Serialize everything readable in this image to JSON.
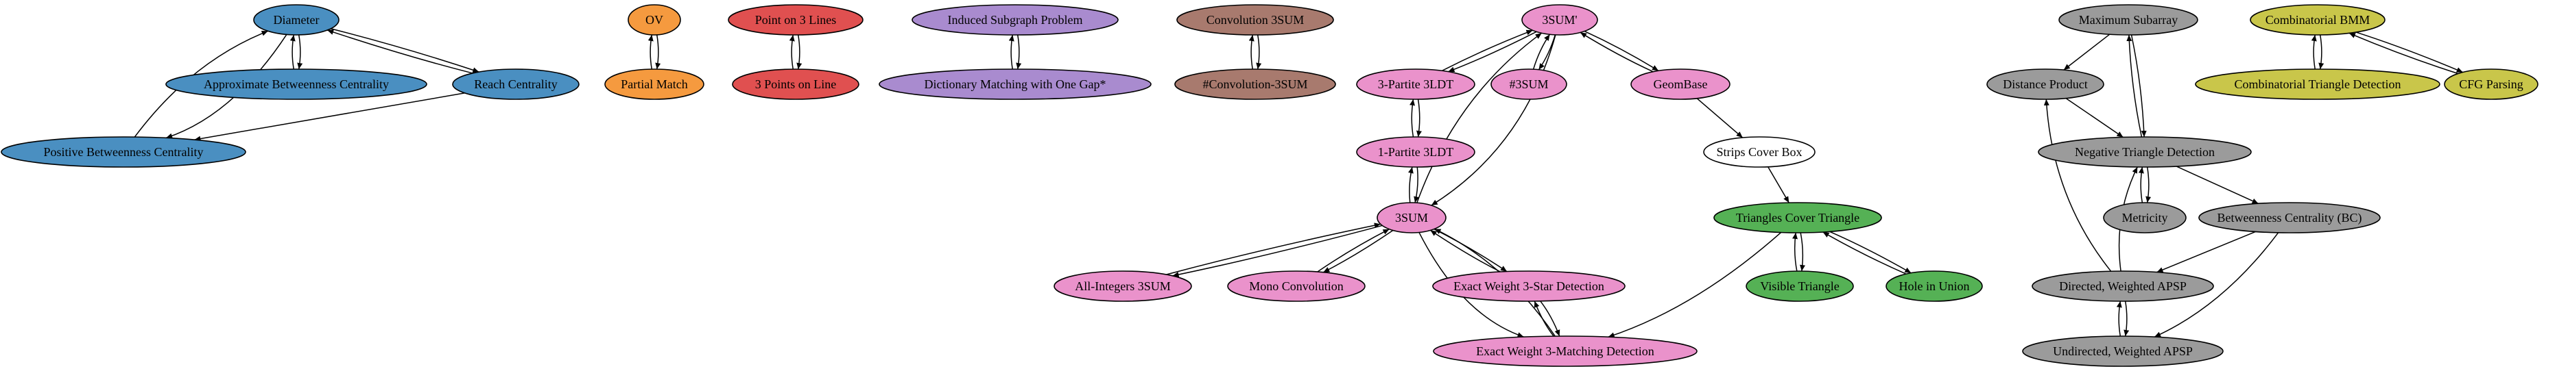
{
  "palette": {
    "blue": "#4a8fc1",
    "orange": "#f59a3f",
    "red": "#e05050",
    "purple": "#a98bcf",
    "brown": "#a87a6e",
    "pink": "#ea92cb",
    "green": "#55b155",
    "gray": "#9b9b9b",
    "olive": "#c9c64a",
    "white": "#ffffff",
    "edge": "#000000"
  },
  "nodes": [
    {
      "id": "diameter",
      "label": "Diameter",
      "color": "blue"
    },
    {
      "id": "abc",
      "label": "Approximate Betweenness Centrality",
      "color": "blue"
    },
    {
      "id": "reach",
      "label": "Reach Centrality",
      "color": "blue"
    },
    {
      "id": "pbc",
      "label": "Positive Betweenness Centrality",
      "color": "blue"
    },
    {
      "id": "ov",
      "label": "OV",
      "color": "orange"
    },
    {
      "id": "partial",
      "label": "Partial Match",
      "color": "orange"
    },
    {
      "id": "p3l",
      "label": "Point on 3 Lines",
      "color": "red"
    },
    {
      "id": "p3pl",
      "label": "3 Points on Line",
      "color": "red"
    },
    {
      "id": "isp",
      "label": "Induced Subgraph Problem",
      "color": "purple"
    },
    {
      "id": "dmg",
      "label": "Dictionary Matching with One Gap*",
      "color": "purple"
    },
    {
      "id": "conv",
      "label": "Convolution 3SUM",
      "color": "brown"
    },
    {
      "id": "hconv",
      "label": "#Convolution-3SUM",
      "color": "brown"
    },
    {
      "id": "s3p",
      "label": "3SUM'",
      "color": "pink"
    },
    {
      "id": "t3ldt",
      "label": "3-Partite 3LDT",
      "color": "pink"
    },
    {
      "id": "h3sum",
      "label": "#3SUM",
      "color": "pink"
    },
    {
      "id": "geom",
      "label": "GeomBase",
      "color": "pink"
    },
    {
      "id": "o3ldt",
      "label": "1-Partite 3LDT",
      "color": "pink"
    },
    {
      "id": "s3",
      "label": "3SUM",
      "color": "pink"
    },
    {
      "id": "ai3",
      "label": "All-Integers 3SUM",
      "color": "pink"
    },
    {
      "id": "mono",
      "label": "Mono Convolution",
      "color": "pink"
    },
    {
      "id": "ew3s",
      "label": "Exact Weight 3-Star Detection",
      "color": "pink"
    },
    {
      "id": "ew3m",
      "label": "Exact Weight 3-Matching Detection",
      "color": "pink"
    },
    {
      "id": "strips",
      "label": "Strips Cover Box",
      "color": "white"
    },
    {
      "id": "tct",
      "label": "Triangles Cover Triangle",
      "color": "green"
    },
    {
      "id": "vis",
      "label": "Visible Triangle",
      "color": "green"
    },
    {
      "id": "hole",
      "label": "Hole in Union",
      "color": "green"
    },
    {
      "id": "maxsub",
      "label": "Maximum Subarray",
      "color": "gray"
    },
    {
      "id": "dprod",
      "label": "Distance Product",
      "color": "gray"
    },
    {
      "id": "ntd",
      "label": "Negative Triangle Detection",
      "color": "gray"
    },
    {
      "id": "metric",
      "label": "Metricity",
      "color": "gray"
    },
    {
      "id": "bc",
      "label": "Betweenness Centrality (BC)",
      "color": "gray"
    },
    {
      "id": "dwapsp",
      "label": "Directed, Weighted APSP",
      "color": "gray"
    },
    {
      "id": "uwapsp",
      "label": "Undirected, Weighted APSP",
      "color": "gray"
    },
    {
      "id": "cbmm",
      "label": "Combinatorial BMM",
      "color": "olive"
    },
    {
      "id": "ctd",
      "label": "Combinatorial Triangle Detection",
      "color": "olive"
    },
    {
      "id": "cfg",
      "label": "CFG Parsing",
      "color": "olive"
    }
  ]
}
